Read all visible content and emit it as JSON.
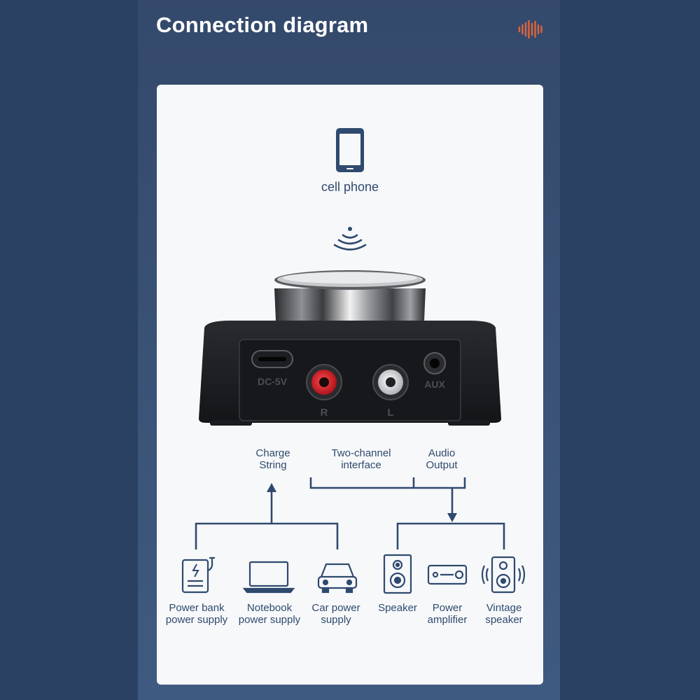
{
  "header": {
    "title": "Connection diagram",
    "brand_icon": "sound-wave-icon",
    "brand_color": "#e0643a"
  },
  "colors": {
    "background": "#2b4163",
    "card": "#f7f8fa",
    "line": "#2f4a6e",
    "device_body": "#1b1c1f",
    "rca_right": "#d61f26",
    "rca_left": "#e8e8e8"
  },
  "source": {
    "label": "cell phone",
    "icon": "smartphone-icon",
    "signal_icon": "wireless-signal-icon"
  },
  "device": {
    "port_dc": "DC-5V",
    "port_r": "R",
    "port_l": "L",
    "port_aux": "AUX"
  },
  "ports": {
    "charge": "Charge\nString",
    "two_channel": "Two-channel\ninterface",
    "audio_output": "Audio\nOutput"
  },
  "inputs": [
    {
      "label": "Power bank\npower supply",
      "icon": "power-bank-icon"
    },
    {
      "label": "Notebook\npower supply",
      "icon": "laptop-icon"
    },
    {
      "label": "Car power\nsupply",
      "icon": "car-icon"
    }
  ],
  "outputs": [
    {
      "label": "Speaker",
      "icon": "speaker-icon"
    },
    {
      "label": "Power\namplifier",
      "icon": "amplifier-icon"
    },
    {
      "label": "Vintage\nspeaker",
      "icon": "vintage-speaker-icon"
    }
  ]
}
